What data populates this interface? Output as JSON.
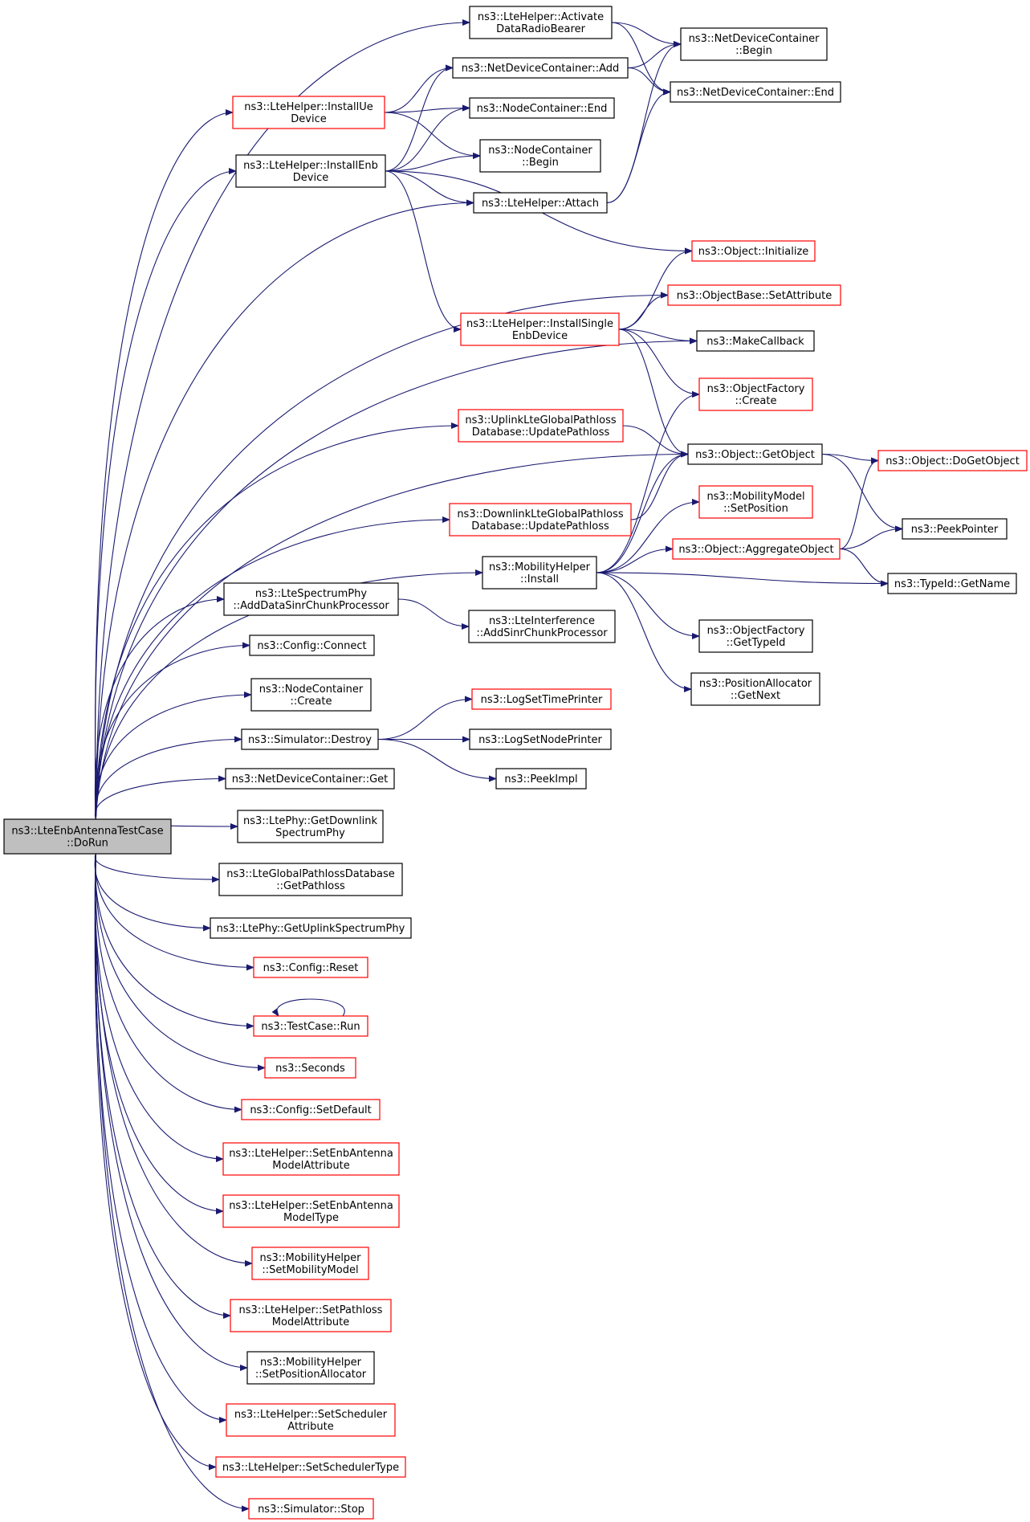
{
  "diagram": {
    "nodes": [
      {
        "id": "root",
        "lines": [
          "ns3::LteEnbAntennaTestCase",
          "::DoRun"
        ],
        "style": "root"
      },
      {
        "id": "activate",
        "lines": [
          "ns3::LteHelper::Activate",
          "DataRadioBearer"
        ],
        "style": "normal"
      },
      {
        "id": "ndc_begin",
        "lines": [
          "ns3::NetDeviceContainer",
          "::Begin"
        ],
        "style": "normal"
      },
      {
        "id": "ndc_add",
        "lines": [
          "ns3::NetDeviceContainer::Add"
        ],
        "style": "normal"
      },
      {
        "id": "ndc_end",
        "lines": [
          "ns3::NetDeviceContainer::End"
        ],
        "style": "normal"
      },
      {
        "id": "install_ue",
        "lines": [
          "ns3::LteHelper::InstallUe",
          "Device"
        ],
        "style": "red"
      },
      {
        "id": "nc_end",
        "lines": [
          "ns3::NodeContainer::End"
        ],
        "style": "normal"
      },
      {
        "id": "install_enb",
        "lines": [
          "ns3::LteHelper::InstallEnb",
          "Device"
        ],
        "style": "normal"
      },
      {
        "id": "nc_begin",
        "lines": [
          "ns3::NodeContainer",
          "::Begin"
        ],
        "style": "normal"
      },
      {
        "id": "attach",
        "lines": [
          "ns3::LteHelper::Attach"
        ],
        "style": "normal"
      },
      {
        "id": "obj_init",
        "lines": [
          "ns3::Object::Initialize"
        ],
        "style": "red"
      },
      {
        "id": "objbase_set",
        "lines": [
          "ns3::ObjectBase::SetAttribute"
        ],
        "style": "red"
      },
      {
        "id": "install_single",
        "lines": [
          "ns3::LteHelper::InstallSingle",
          "EnbDevice"
        ],
        "style": "red"
      },
      {
        "id": "make_cb",
        "lines": [
          "ns3::MakeCallback"
        ],
        "style": "normal"
      },
      {
        "id": "of_create",
        "lines": [
          "ns3::ObjectFactory",
          "::Create"
        ],
        "style": "red"
      },
      {
        "id": "ul_update",
        "lines": [
          "ns3::UplinkLteGlobalPathloss",
          "Database::UpdatePathloss"
        ],
        "style": "red"
      },
      {
        "id": "get_object",
        "lines": [
          "ns3::Object::GetObject"
        ],
        "style": "normal"
      },
      {
        "id": "do_get_object",
        "lines": [
          "ns3::Object::DoGetObject"
        ],
        "style": "red"
      },
      {
        "id": "mm_setpos",
        "lines": [
          "ns3::MobilityModel",
          "::SetPosition"
        ],
        "style": "red"
      },
      {
        "id": "dl_update",
        "lines": [
          "ns3::DownlinkLteGlobalPathloss",
          "Database::UpdatePathloss"
        ],
        "style": "red"
      },
      {
        "id": "peek_pointer",
        "lines": [
          "ns3::PeekPointer"
        ],
        "style": "normal"
      },
      {
        "id": "mh_install",
        "lines": [
          "ns3::MobilityHelper",
          "::Install"
        ],
        "style": "normal"
      },
      {
        "id": "aggregate",
        "lines": [
          "ns3::Object::AggregateObject"
        ],
        "style": "red"
      },
      {
        "id": "typeid_getname",
        "lines": [
          "ns3::TypeId::GetName"
        ],
        "style": "normal"
      },
      {
        "id": "lsp_add",
        "lines": [
          "ns3::LteSpectrumPhy",
          "::AddDataSinrChunkProcessor"
        ],
        "style": "normal"
      },
      {
        "id": "li_add",
        "lines": [
          "ns3::LteInterference",
          "::AddSinrChunkProcessor"
        ],
        "style": "normal"
      },
      {
        "id": "of_gettypeid",
        "lines": [
          "ns3::ObjectFactory",
          "::GetTypeId"
        ],
        "style": "normal"
      },
      {
        "id": "cfg_connect",
        "lines": [
          "ns3::Config::Connect"
        ],
        "style": "normal"
      },
      {
        "id": "pa_getnext",
        "lines": [
          "ns3::PositionAllocator",
          "::GetNext"
        ],
        "style": "normal"
      },
      {
        "id": "nc_create",
        "lines": [
          "ns3::NodeContainer",
          "::Create"
        ],
        "style": "normal"
      },
      {
        "id": "log_time",
        "lines": [
          "ns3::LogSetTimePrinter"
        ],
        "style": "red"
      },
      {
        "id": "sim_destroy",
        "lines": [
          "ns3::Simulator::Destroy"
        ],
        "style": "normal"
      },
      {
        "id": "log_node",
        "lines": [
          "ns3::LogSetNodePrinter"
        ],
        "style": "normal"
      },
      {
        "id": "peek_impl",
        "lines": [
          "ns3::PeekImpl"
        ],
        "style": "normal"
      },
      {
        "id": "ndc_get",
        "lines": [
          "ns3::NetDeviceContainer::Get"
        ],
        "style": "normal"
      },
      {
        "id": "phy_dl",
        "lines": [
          "ns3::LtePhy::GetDownlink",
          "SpectrumPhy"
        ],
        "style": "normal"
      },
      {
        "id": "lgpd_get",
        "lines": [
          "ns3::LteGlobalPathlossDatabase",
          "::GetPathloss"
        ],
        "style": "normal"
      },
      {
        "id": "phy_ul",
        "lines": [
          "ns3::LtePhy::GetUplinkSpectrumPhy"
        ],
        "style": "normal"
      },
      {
        "id": "cfg_reset",
        "lines": [
          "ns3::Config::Reset"
        ],
        "style": "red"
      },
      {
        "id": "tc_run",
        "lines": [
          "ns3::TestCase::Run"
        ],
        "style": "red"
      },
      {
        "id": "seconds",
        "lines": [
          "ns3::Seconds"
        ],
        "style": "red"
      },
      {
        "id": "cfg_setdefault",
        "lines": [
          "ns3::Config::SetDefault"
        ],
        "style": "red"
      },
      {
        "id": "set_ant_attr",
        "lines": [
          "ns3::LteHelper::SetEnbAntenna",
          "ModelAttribute"
        ],
        "style": "red"
      },
      {
        "id": "set_ant_type",
        "lines": [
          "ns3::LteHelper::SetEnbAntenna",
          "ModelType"
        ],
        "style": "red"
      },
      {
        "id": "mh_setmob",
        "lines": [
          "ns3::MobilityHelper",
          "::SetMobilityModel"
        ],
        "style": "red"
      },
      {
        "id": "set_pl_attr",
        "lines": [
          "ns3::LteHelper::SetPathloss",
          "ModelAttribute"
        ],
        "style": "red"
      },
      {
        "id": "mh_setpos",
        "lines": [
          "ns3::MobilityHelper",
          "::SetPositionAllocator"
        ],
        "style": "normal"
      },
      {
        "id": "set_sched_attr",
        "lines": [
          "ns3::LteHelper::SetScheduler",
          "Attribute"
        ],
        "style": "red"
      },
      {
        "id": "set_sched_type",
        "lines": [
          "ns3::LteHelper::SetSchedulerType"
        ],
        "style": "red"
      },
      {
        "id": "sim_stop",
        "lines": [
          "ns3::Simulator::Stop"
        ],
        "style": "red"
      }
    ],
    "edges": [
      [
        "root",
        "activate"
      ],
      [
        "root",
        "install_ue"
      ],
      [
        "root",
        "install_enb"
      ],
      [
        "root",
        "attach"
      ],
      [
        "root",
        "objbase_set"
      ],
      [
        "root",
        "make_cb"
      ],
      [
        "root",
        "ul_update"
      ],
      [
        "root",
        "get_object"
      ],
      [
        "root",
        "dl_update"
      ],
      [
        "root",
        "mh_install"
      ],
      [
        "root",
        "lsp_add"
      ],
      [
        "root",
        "cfg_connect"
      ],
      [
        "root",
        "nc_create"
      ],
      [
        "root",
        "sim_destroy"
      ],
      [
        "root",
        "ndc_get"
      ],
      [
        "root",
        "phy_dl"
      ],
      [
        "root",
        "lgpd_get"
      ],
      [
        "root",
        "phy_ul"
      ],
      [
        "root",
        "cfg_reset"
      ],
      [
        "root",
        "tc_run"
      ],
      [
        "root",
        "seconds"
      ],
      [
        "root",
        "cfg_setdefault"
      ],
      [
        "root",
        "set_ant_attr"
      ],
      [
        "root",
        "set_ant_type"
      ],
      [
        "root",
        "mh_setmob"
      ],
      [
        "root",
        "set_pl_attr"
      ],
      [
        "root",
        "mh_setpos"
      ],
      [
        "root",
        "set_sched_attr"
      ],
      [
        "root",
        "set_sched_type"
      ],
      [
        "root",
        "sim_stop"
      ],
      [
        "activate",
        "ndc_begin"
      ],
      [
        "activate",
        "ndc_end"
      ],
      [
        "install_ue",
        "ndc_add"
      ],
      [
        "install_ue",
        "nc_end"
      ],
      [
        "install_ue",
        "nc_begin"
      ],
      [
        "install_enb",
        "ndc_add"
      ],
      [
        "install_enb",
        "nc_end"
      ],
      [
        "install_enb",
        "nc_begin"
      ],
      [
        "install_enb",
        "attach"
      ],
      [
        "install_enb",
        "obj_init"
      ],
      [
        "install_enb",
        "install_single"
      ],
      [
        "ndc_add",
        "ndc_begin"
      ],
      [
        "ndc_add",
        "ndc_end"
      ],
      [
        "attach",
        "ndc_begin"
      ],
      [
        "attach",
        "ndc_end"
      ],
      [
        "install_single",
        "obj_init"
      ],
      [
        "install_single",
        "objbase_set"
      ],
      [
        "install_single",
        "make_cb"
      ],
      [
        "install_single",
        "of_create"
      ],
      [
        "install_single",
        "get_object"
      ],
      [
        "ul_update",
        "get_object"
      ],
      [
        "dl_update",
        "get_object"
      ],
      [
        "get_object",
        "do_get_object"
      ],
      [
        "get_object",
        "peek_pointer"
      ],
      [
        "mh_install",
        "of_create"
      ],
      [
        "mh_install",
        "get_object"
      ],
      [
        "mh_install",
        "mm_setpos"
      ],
      [
        "mh_install",
        "aggregate"
      ],
      [
        "mh_install",
        "typeid_getname"
      ],
      [
        "mh_install",
        "of_gettypeid"
      ],
      [
        "mh_install",
        "pa_getnext"
      ],
      [
        "aggregate",
        "do_get_object"
      ],
      [
        "aggregate",
        "peek_pointer"
      ],
      [
        "aggregate",
        "typeid_getname"
      ],
      [
        "lsp_add",
        "li_add"
      ],
      [
        "sim_destroy",
        "log_time"
      ],
      [
        "sim_destroy",
        "log_node"
      ],
      [
        "sim_destroy",
        "peek_impl"
      ],
      [
        "tc_run",
        "tc_run"
      ]
    ]
  }
}
